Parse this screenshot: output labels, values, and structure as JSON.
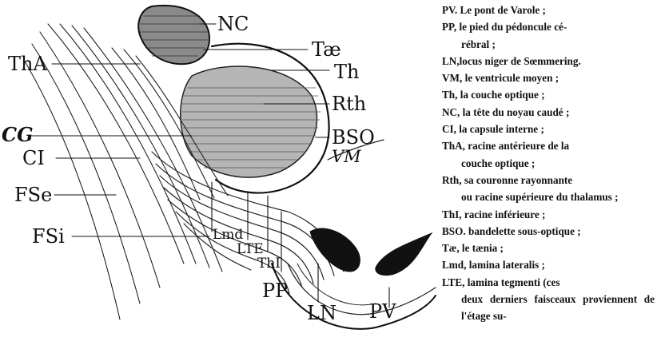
{
  "figure": {
    "labels": {
      "nc": "NC",
      "tae": "Tæ",
      "tha": "ThA",
      "th": "Th",
      "rth": "Rth",
      "cg": "CG",
      "bso": "BSO",
      "vm": "VM",
      "ci": "CI",
      "fse": "FSe",
      "lmd": "Lmd",
      "fsi": "FSi",
      "lte": "LTE",
      "thi": "ThI",
      "pp": "PP",
      "ln": "LN",
      "pv": "PV"
    }
  },
  "legend": {
    "entries": [
      {
        "first": "PV. Le pont de Varole ;",
        "rest": ""
      },
      {
        "first": "PP, le pied du pédoncule cé-",
        "rest": "rébral ;"
      },
      {
        "first": "LN,locus niger de Sœmmering.",
        "rest": ""
      },
      {
        "first": "VM, le ventricule moyen ;",
        "rest": ""
      },
      {
        "first": "Th, la couche optique ;",
        "rest": ""
      },
      {
        "first": "NC, la tête du noyau caudé ;",
        "rest": ""
      },
      {
        "first": "CI, la capsule interne ;",
        "rest": ""
      },
      {
        "first": "ThA, racine antérieure de la",
        "rest": "couche optique ;"
      },
      {
        "first": "Rth, sa couronne rayonnante",
        "rest": "ou racine supérieure du thalamus ;"
      },
      {
        "first": "ThI, racine inférieure ;",
        "rest": ""
      },
      {
        "first": "BSO. bandelette sous-optique ;",
        "rest": ""
      },
      {
        "first": "Tæ, le tænia ;",
        "rest": ""
      },
      {
        "first": "Lmd, lamina lateralis ;",
        "rest": ""
      },
      {
        "first": "LTE, lamina tegmenti (ces",
        "rest": "deux derniers faisceaux proviennent de l'étage su-"
      }
    ]
  }
}
